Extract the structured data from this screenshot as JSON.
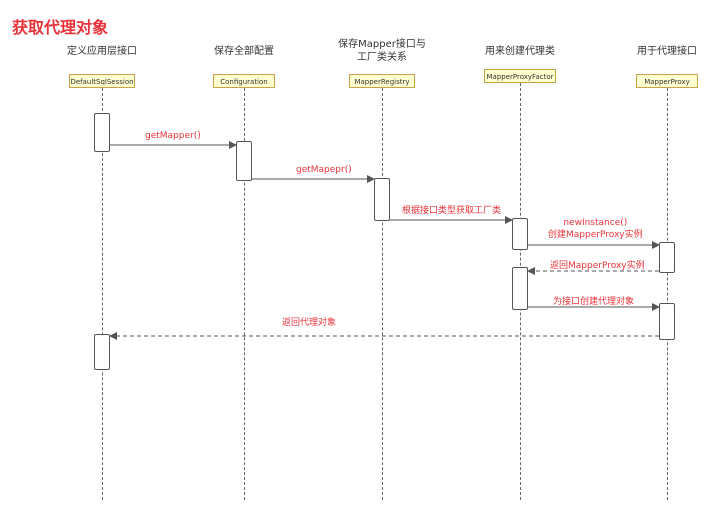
{
  "title": "获取代理对象",
  "participants": [
    {
      "id": "dss",
      "role": "定义应用层接口",
      "name": "DefaultSqlSession"
    },
    {
      "id": "cfg",
      "role": "保存全部配置",
      "name": "Configuration"
    },
    {
      "id": "reg",
      "role": "保存Mapper接口与\n工厂类关系",
      "name": "MapperRegistry"
    },
    {
      "id": "fac",
      "role": "用来创建代理类",
      "name": "MapperProxyFactor"
    },
    {
      "id": "prx",
      "role": "用于代理接口",
      "name": "MapperProxy"
    }
  ],
  "messages": [
    {
      "from": "dss",
      "to": "cfg",
      "text": "getMapper()",
      "style": "solid"
    },
    {
      "from": "cfg",
      "to": "reg",
      "text": "getMapepr()",
      "style": "solid"
    },
    {
      "from": "reg",
      "to": "fac",
      "text": "根据接口类型获取工厂类",
      "style": "solid"
    },
    {
      "from": "fac",
      "to": "prx",
      "text": "newInstance()\n创建MapperProxy实例",
      "style": "solid"
    },
    {
      "from": "prx",
      "to": "fac",
      "text": "返回MapperProxy实例",
      "style": "dashed"
    },
    {
      "from": "fac",
      "to": "prx",
      "text": "为接口创建代理对象",
      "style": "solid"
    },
    {
      "from": "prx",
      "to": "dss",
      "text": "返回代理对象",
      "style": "dashed"
    }
  ],
  "colors": {
    "label": "#e8333a",
    "box_fill": "#ffffd0",
    "box_border": "#c9a24a",
    "line": "#555555"
  }
}
